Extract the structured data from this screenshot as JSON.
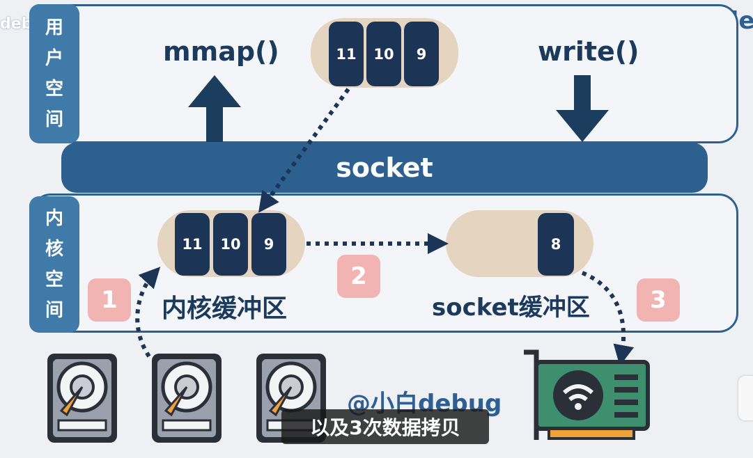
{
  "watermark_top_right": "@小白de",
  "watermark_top_left": "debug",
  "watermark_mid": "@小白debug",
  "user_space": {
    "chars": [
      "用",
      "户",
      "空",
      "间"
    ]
  },
  "kernel_space": {
    "chars": [
      "内",
      "核",
      "空",
      "间"
    ]
  },
  "calls": {
    "mmap": "mmap()",
    "write": "write()"
  },
  "socket_bar": "socket",
  "user_buffer_blocks": [
    "11",
    "10",
    "9"
  ],
  "kernel_buffer": {
    "label": "内核缓冲区",
    "blocks": [
      "11",
      "10",
      "9"
    ]
  },
  "socket_buffer": {
    "label": "socket缓冲区",
    "blocks": [
      "8"
    ]
  },
  "steps": [
    "1",
    "2",
    "3"
  ],
  "subtitle": "以及3次数据拷贝",
  "colors": {
    "primary": "#2d5f8f",
    "block": "#1c3557",
    "pill": "#e4d4c0",
    "badge": "#f2b3b3"
  },
  "icons": [
    "hard-disk-icon",
    "network-card-icon"
  ]
}
